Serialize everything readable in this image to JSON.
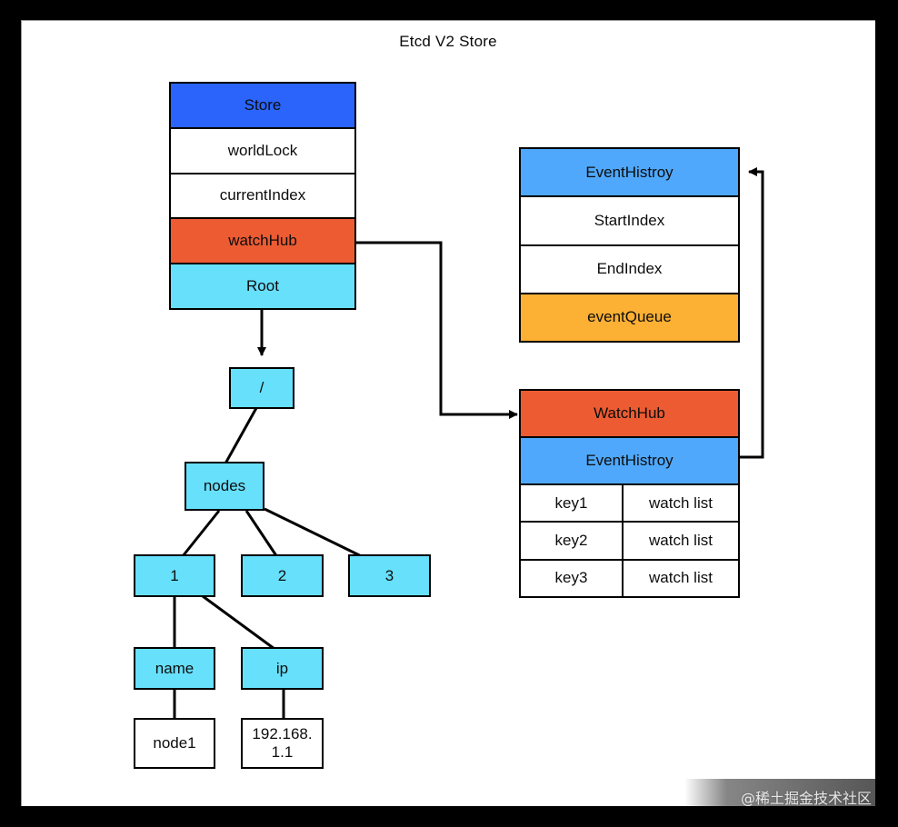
{
  "title": "Etcd V2 Store",
  "colors": {
    "store_header_blue": "#2A64FB",
    "event_header_blue": "#4FA8FB",
    "watchhub_red": "#EC5B32",
    "cyan": "#67E0FC",
    "orange": "#FCB034",
    "white": "#FFFFFF",
    "stroke": "#000000",
    "page_background": "#000000",
    "panel_background": "#FFFFFF"
  },
  "store": {
    "name": "Store",
    "rows": [
      {
        "label": "Store",
        "fill": "#2A64FB"
      },
      {
        "label": "worldLock",
        "fill": "#FFFFFF"
      },
      {
        "label": "currentIndex",
        "fill": "#FFFFFF"
      },
      {
        "label": "watchHub",
        "fill": "#EC5B32"
      },
      {
        "label": "Root",
        "fill": "#67E0FC"
      }
    ]
  },
  "event_history": {
    "rows": [
      {
        "label": "EventHistroy",
        "fill": "#4FA8FB"
      },
      {
        "label": "StartIndex",
        "fill": "#FFFFFF"
      },
      {
        "label": "EndIndex",
        "fill": "#FFFFFF"
      },
      {
        "label": "eventQueue",
        "fill": "#FCB034"
      }
    ]
  },
  "watch_hub": {
    "header_rows": [
      {
        "label": "WatchHub",
        "fill": "#EC5B32"
      },
      {
        "label": "EventHistroy",
        "fill": "#4FA8FB"
      }
    ],
    "table": [
      {
        "key": "key1",
        "value": "watch list"
      },
      {
        "key": "key2",
        "value": "watch list"
      },
      {
        "key": "key3",
        "value": "watch list"
      }
    ]
  },
  "tree": {
    "nodes": [
      {
        "id": "root-slash",
        "label": "/",
        "fill": "#67E0FC"
      },
      {
        "id": "nodes",
        "label": "nodes",
        "fill": "#67E0FC"
      },
      {
        "id": "n1",
        "label": "1",
        "fill": "#67E0FC"
      },
      {
        "id": "n2",
        "label": "2",
        "fill": "#67E0FC"
      },
      {
        "id": "n3",
        "label": "3",
        "fill": "#67E0FC"
      },
      {
        "id": "name",
        "label": "name",
        "fill": "#67E0FC"
      },
      {
        "id": "ip",
        "label": "ip",
        "fill": "#67E0FC"
      },
      {
        "id": "node1",
        "label": "node1",
        "fill": "#FFFFFF"
      },
      {
        "id": "ipvalue",
        "label": "192.168.1.1",
        "fill": "#FFFFFF"
      }
    ]
  },
  "watermark": "@稀土掘金技术社区"
}
